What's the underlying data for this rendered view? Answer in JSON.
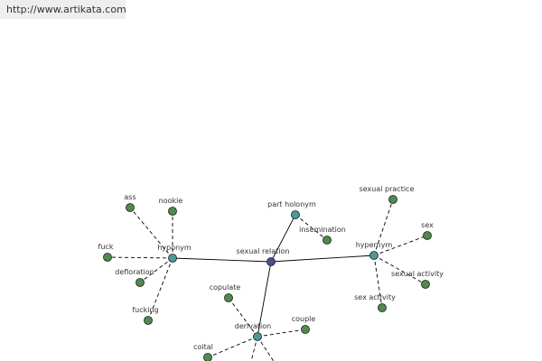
{
  "header": {
    "url": "http://www.artikata.com"
  },
  "colors": {
    "center_node": "#4a4f94",
    "relation_node": "#4a9a9a",
    "leaf_node": "#4f8a4f",
    "edge": "#000000",
    "url_bar_bg": "#eeeeee"
  },
  "graph": {
    "center": {
      "id": "sexual-relation",
      "label": "sexual relation"
    },
    "relations": [
      {
        "id": "hyponym-left",
        "label": "hyponym",
        "children": [
          {
            "id": "ass",
            "label": "ass"
          },
          {
            "id": "nookie",
            "label": "nookie"
          },
          {
            "id": "fuck",
            "label": "fuck"
          },
          {
            "id": "defloration",
            "label": "defloration"
          },
          {
            "id": "fucking",
            "label": "fucking"
          }
        ]
      },
      {
        "id": "part-holonym",
        "label": "part holonym",
        "children": [
          {
            "id": "insemination",
            "label": "insemination"
          }
        ]
      },
      {
        "id": "hypernym-right",
        "label": "hypernym",
        "children": [
          {
            "id": "sexual-practice",
            "label": "sexual practice"
          },
          {
            "id": "sex",
            "label": "sex"
          },
          {
            "id": "sexual-activity",
            "label": "sexual activity"
          },
          {
            "id": "sex-activity",
            "label": "sex activity"
          }
        ]
      },
      {
        "id": "derivation",
        "label": "derivation",
        "children": [
          {
            "id": "copulate",
            "label": "copulate"
          },
          {
            "id": "couple",
            "label": "couple"
          },
          {
            "id": "coital",
            "label": "coital"
          },
          {
            "id": "offscreen-1",
            "label": ""
          },
          {
            "id": "offscreen-2",
            "label": ""
          }
        ]
      }
    ]
  }
}
